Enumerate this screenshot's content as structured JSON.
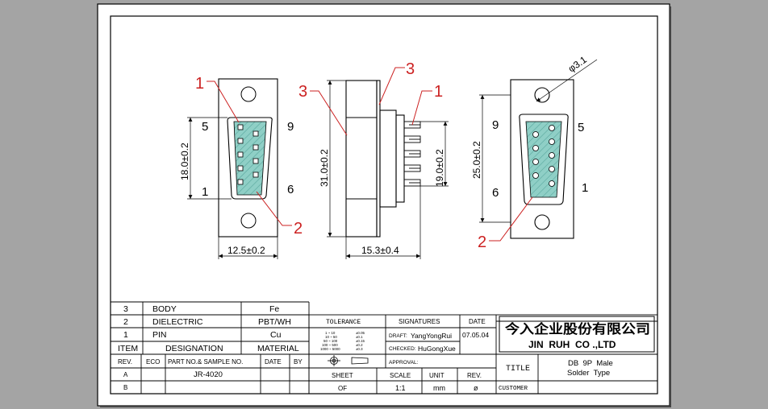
{
  "colors": {
    "page_bg": "#a4a4a4",
    "sheet": "#ffffff",
    "line": "#000000",
    "callout": "#cc2222",
    "pin_field": "#8fcfc6"
  },
  "front_view": {
    "callout_1": "1",
    "callout_2": "2",
    "pin_label_top_left": "5",
    "pin_label_top_right": "9",
    "pin_label_bottom_left": "1",
    "pin_label_bottom_right": "6",
    "dim_height": "18.0±0.2",
    "dim_width": "12.5±0.2"
  },
  "side_view": {
    "callout_3_left": "3",
    "callout_3_right": "3",
    "callout_1": "1",
    "dim_body_height": "31.0±0.2",
    "dim_pin_height": "19.0±0.2",
    "dim_depth": "15.3±0.4"
  },
  "rear_view": {
    "hole_dim": "φ3.1",
    "callout_2": "2",
    "pin_label_top_left": "9",
    "pin_label_top_right": "5",
    "pin_label_bottom_left": "6",
    "pin_label_bottom_right": "1",
    "dim_height": "25.0±0.2"
  },
  "bom": {
    "rows": [
      {
        "item": "3",
        "designation": "BODY",
        "material": "Fe"
      },
      {
        "item": "2",
        "designation": "DIELECTRIC",
        "material": "PBT/WH"
      },
      {
        "item": "1",
        "designation": "PIN",
        "material": "Cu"
      }
    ],
    "header": {
      "item": "ITEM",
      "designation": "DESIGNATION",
      "material": "MATERIAL"
    }
  },
  "revision": {
    "headers": [
      "REV.",
      "ECO",
      "PART NO.& SAMPLE NO.",
      "DATE",
      "BY"
    ],
    "row_a": {
      "rev": "A",
      "part": "JR-4020"
    },
    "row_b": {
      "rev": "B"
    }
  },
  "tolerance": {
    "title": "TOLERANCE",
    "lines_left": [
      "1 ~ 10",
      "10 ~ 50",
      "50 ~ 100",
      "100 ~ 500",
      "1000 ~ 5000"
    ],
    "lines_right": [
      "±0.05",
      "±0.1",
      "±0.15",
      "±0.2",
      "±0.3"
    ]
  },
  "signatures": {
    "title": "SIGNATURES",
    "date_title": "DATE",
    "draft_label": "DRAFT:",
    "draft_name": "YangYongRui",
    "date_value": "07.05.04",
    "checked_label": "CHECKED:",
    "checked_name": "HuGongXue",
    "approval_label": "APPROVAL:"
  },
  "sheet_info": {
    "sheet_label": "SHEET",
    "sheet_value": "OF",
    "scale_label": "SCALE",
    "scale_value": "1:1",
    "unit_label": "UNIT",
    "unit_value": "mm",
    "rev_label": "REV.",
    "rev_value": "ø"
  },
  "company": {
    "name_cn": "今入企业股份有限公司",
    "name_en": "JIN  RUH  CO .,LTD"
  },
  "title_block": {
    "title_label": "TITLE",
    "title_line1": "DB  9P  Male",
    "title_line2": "Solder  Type",
    "customer_label": "CUSTOMER"
  }
}
